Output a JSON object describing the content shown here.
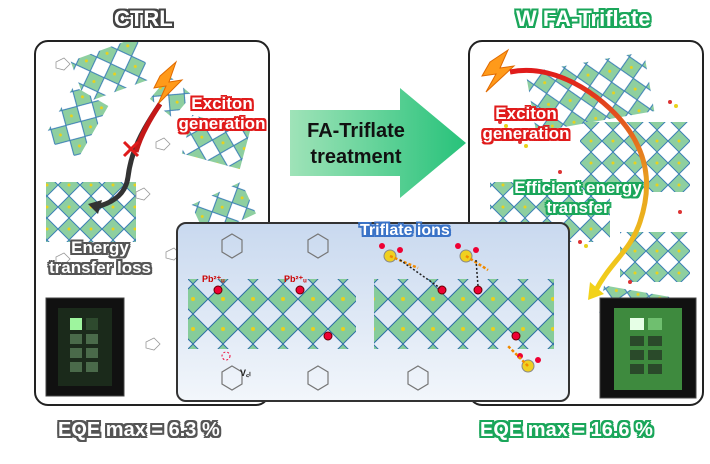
{
  "left": {
    "title": "CTRL",
    "exciton_label": "Exciton\ngeneration",
    "loss_label": "Energy\ntransfer loss",
    "eqe": "EQE max = 6.3 %"
  },
  "right": {
    "title": "W FA-Triflate",
    "exciton_label": "Exciton\ngeneration",
    "transfer_label": "Efficient energy\ntransfer",
    "eqe": "EQE max = 16.6 %"
  },
  "arrow": {
    "label": "FA-Triflate\ntreatment"
  },
  "inset": {
    "triflate_label": "Triflate ions",
    "pb_label_1": "Pb²⁺ᵤ",
    "pb_label_2": "Pb²⁺ᵤ",
    "vacancy_label": "V꜀ₗ"
  },
  "colors": {
    "ctrl_title": "#444444",
    "treated_title": "#1aa65a",
    "exciton": "#e01b1b",
    "arrow_fill": "#27c27a",
    "inset_bg": "#dbe6f5",
    "triflate": "#3a73c7"
  }
}
